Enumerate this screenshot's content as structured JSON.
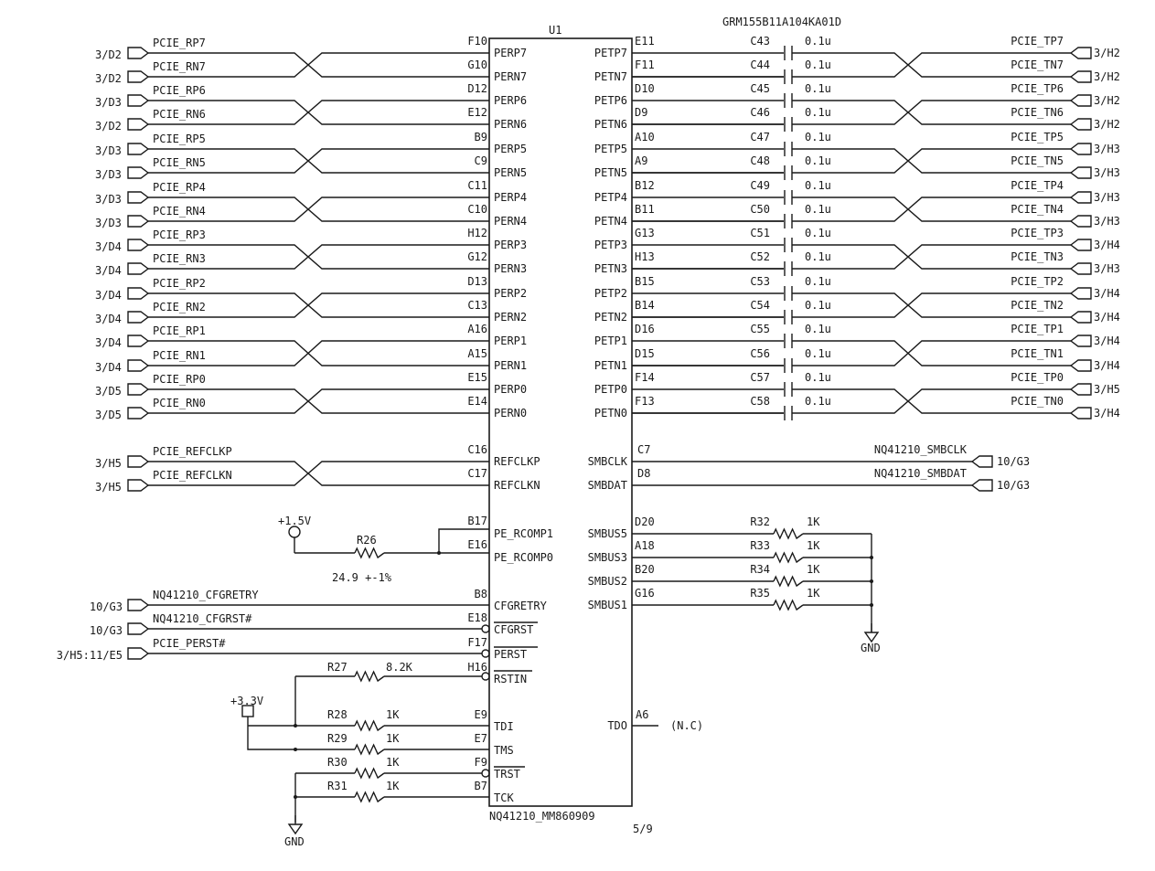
{
  "u1": {
    "ref": "U1",
    "part": "NQ41210_MM860909",
    "sheet": "5/9"
  },
  "cap_part": "GRM155B11A104KA01D",
  "left_pins": [
    {
      "sheet": "3/D2",
      "net": "PCIE_RP7",
      "ball": "F10",
      "pin": "PERP7",
      "x": true
    },
    {
      "sheet": "3/D2",
      "net": "PCIE_RN7",
      "ball": "G10",
      "pin": "PERN7",
      "x": false
    },
    {
      "sheet": "3/D3",
      "net": "PCIE_RP6",
      "ball": "D12",
      "pin": "PERP6",
      "x": true
    },
    {
      "sheet": "3/D2",
      "net": "PCIE_RN6",
      "ball": "E12",
      "pin": "PERN6",
      "x": false
    },
    {
      "sheet": "3/D3",
      "net": "PCIE_RP5",
      "ball": "B9",
      "pin": "PERP5",
      "x": true
    },
    {
      "sheet": "3/D3",
      "net": "PCIE_RN5",
      "ball": "C9",
      "pin": "PERN5",
      "x": false
    },
    {
      "sheet": "3/D3",
      "net": "PCIE_RP4",
      "ball": "C11",
      "pin": "PERP4",
      "x": true
    },
    {
      "sheet": "3/D3",
      "net": "PCIE_RN4",
      "ball": "C10",
      "pin": "PERN4",
      "x": false
    },
    {
      "sheet": "3/D4",
      "net": "PCIE_RP3",
      "ball": "H12",
      "pin": "PERP3",
      "x": true
    },
    {
      "sheet": "3/D4",
      "net": "PCIE_RN3",
      "ball": "G12",
      "pin": "PERN3",
      "x": false
    },
    {
      "sheet": "3/D4",
      "net": "PCIE_RP2",
      "ball": "D13",
      "pin": "PERP2",
      "x": true
    },
    {
      "sheet": "3/D4",
      "net": "PCIE_RN2",
      "ball": "C13",
      "pin": "PERN2",
      "x": false
    },
    {
      "sheet": "3/D4",
      "net": "PCIE_RP1",
      "ball": "A16",
      "pin": "PERP1",
      "x": true
    },
    {
      "sheet": "3/D4",
      "net": "PCIE_RN1",
      "ball": "A15",
      "pin": "PERN1",
      "x": false
    },
    {
      "sheet": "3/D5",
      "net": "PCIE_RP0",
      "ball": "E15",
      "pin": "PERP0",
      "x": true
    },
    {
      "sheet": "3/D5",
      "net": "PCIE_RN0",
      "ball": "E14",
      "pin": "PERN0",
      "x": false
    },
    {
      "sheet": "3/H5",
      "net": "PCIE_REFCLKP",
      "ball": "C16",
      "pin": "REFCLKP",
      "x": true
    },
    {
      "sheet": "3/H5",
      "net": "PCIE_REFCLKN",
      "ball": "C17",
      "pin": "REFCLKN",
      "x": false
    }
  ],
  "right_pins": [
    {
      "pin": "PETP7",
      "ball": "E11",
      "cap": "C43",
      "val": "0.1u",
      "net": "PCIE_TP7",
      "sheet": "3/H2",
      "x": true
    },
    {
      "pin": "PETN7",
      "ball": "F11",
      "cap": "C44",
      "val": "0.1u",
      "net": "PCIE_TN7",
      "sheet": "3/H2",
      "x": false
    },
    {
      "pin": "PETP6",
      "ball": "D10",
      "cap": "C45",
      "val": "0.1u",
      "net": "PCIE_TP6",
      "sheet": "3/H2",
      "x": true
    },
    {
      "pin": "PETN6",
      "ball": "D9",
      "cap": "C46",
      "val": "0.1u",
      "net": "PCIE_TN6",
      "sheet": "3/H2",
      "x": false
    },
    {
      "pin": "PETP5",
      "ball": "A10",
      "cap": "C47",
      "val": "0.1u",
      "net": "PCIE_TP5",
      "sheet": "3/H3",
      "x": true
    },
    {
      "pin": "PETN5",
      "ball": "A9",
      "cap": "C48",
      "val": "0.1u",
      "net": "PCIE_TN5",
      "sheet": "3/H3",
      "x": false
    },
    {
      "pin": "PETP4",
      "ball": "B12",
      "cap": "C49",
      "val": "0.1u",
      "net": "PCIE_TP4",
      "sheet": "3/H3",
      "x": true
    },
    {
      "pin": "PETN4",
      "ball": "B11",
      "cap": "C50",
      "val": "0.1u",
      "net": "PCIE_TN4",
      "sheet": "3/H3",
      "x": false
    },
    {
      "pin": "PETP3",
      "ball": "G13",
      "cap": "C51",
      "val": "0.1u",
      "net": "PCIE_TP3",
      "sheet": "3/H4",
      "x": true
    },
    {
      "pin": "PETN3",
      "ball": "H13",
      "cap": "C52",
      "val": "0.1u",
      "net": "PCIE_TN3",
      "sheet": "3/H3",
      "x": false
    },
    {
      "pin": "PETP2",
      "ball": "B15",
      "cap": "C53",
      "val": "0.1u",
      "net": "PCIE_TP2",
      "sheet": "3/H4",
      "x": true
    },
    {
      "pin": "PETN2",
      "ball": "B14",
      "cap": "C54",
      "val": "0.1u",
      "net": "PCIE_TN2",
      "sheet": "3/H4",
      "x": false
    },
    {
      "pin": "PETP1",
      "ball": "D16",
      "cap": "C55",
      "val": "0.1u",
      "net": "PCIE_TP1",
      "sheet": "3/H4",
      "x": true
    },
    {
      "pin": "PETN1",
      "ball": "D15",
      "cap": "C56",
      "val": "0.1u",
      "net": "PCIE_TN1",
      "sheet": "3/H4",
      "x": false
    },
    {
      "pin": "PETP0",
      "ball": "F14",
      "cap": "C57",
      "val": "0.1u",
      "net": "PCIE_TP0",
      "sheet": "3/H5",
      "x": true
    },
    {
      "pin": "PETN0",
      "ball": "F13",
      "cap": "C58",
      "val": "0.1u",
      "net": "PCIE_TN0",
      "sheet": "3/H4",
      "x": false
    }
  ],
  "smb_right": [
    {
      "pin": "SMBCLK",
      "ball": "C7",
      "net": "NQ41210_SMBCLK",
      "sheet": "10/G3"
    },
    {
      "pin": "SMBDAT",
      "ball": "D8",
      "net": "NQ41210_SMBDAT",
      "sheet": "10/G3"
    }
  ],
  "smbus_pins": [
    {
      "pin": "SMBUS5",
      "ball": "D20",
      "res": "R32",
      "val": "1K"
    },
    {
      "pin": "SMBUS3",
      "ball": "A18",
      "res": "R33",
      "val": "1K"
    },
    {
      "pin": "SMBUS2",
      "ball": "B20",
      "res": "R34",
      "val": "1K"
    },
    {
      "pin": "SMBUS1",
      "ball": "G16",
      "res": "R35",
      "val": "1K"
    }
  ],
  "rcomp": {
    "supply": "+1.5V",
    "res": "R26",
    "val": "24.9 +-1%",
    "pins": [
      {
        "pin": "PE_RCOMP1",
        "ball": "B17"
      },
      {
        "pin": "PE_RCOMP0",
        "ball": "E16"
      }
    ]
  },
  "ctrl_pins": [
    {
      "sheet": "10/G3",
      "net": "NQ41210_CFGRETRY",
      "ball": "B8",
      "pin": "CFGRETRY",
      "bubble": false
    },
    {
      "sheet": "10/G3",
      "net": "NQ41210_CFGRST#",
      "ball": "E18",
      "pin": "CFGRST",
      "bubble": true
    },
    {
      "sheet": "3/H5:11/E5",
      "net": "PCIE_PERST#",
      "ball": "F17",
      "pin": "PERST",
      "bubble": true
    }
  ],
  "rstin": {
    "res": "R27",
    "val": "8.2K",
    "ball": "H16",
    "pin": "RSTIN",
    "bubble": true
  },
  "jtag_supply": "+3.3V",
  "jtag": [
    {
      "res": "R28",
      "val": "1K",
      "ball": "E9",
      "pin": "TDI",
      "bubble": false
    },
    {
      "res": "R29",
      "val": "1K",
      "ball": "E7",
      "pin": "TMS",
      "bubble": false
    },
    {
      "res": "R30",
      "val": "1K",
      "ball": "F9",
      "pin": "TRST",
      "bubble": true
    },
    {
      "res": "R31",
      "val": "1K",
      "ball": "B7",
      "pin": "TCK",
      "bubble": false
    }
  ],
  "tdo": {
    "pin": "TDO",
    "ball": "A6",
    "note": "(N.C)"
  },
  "gnd_label": "GND"
}
